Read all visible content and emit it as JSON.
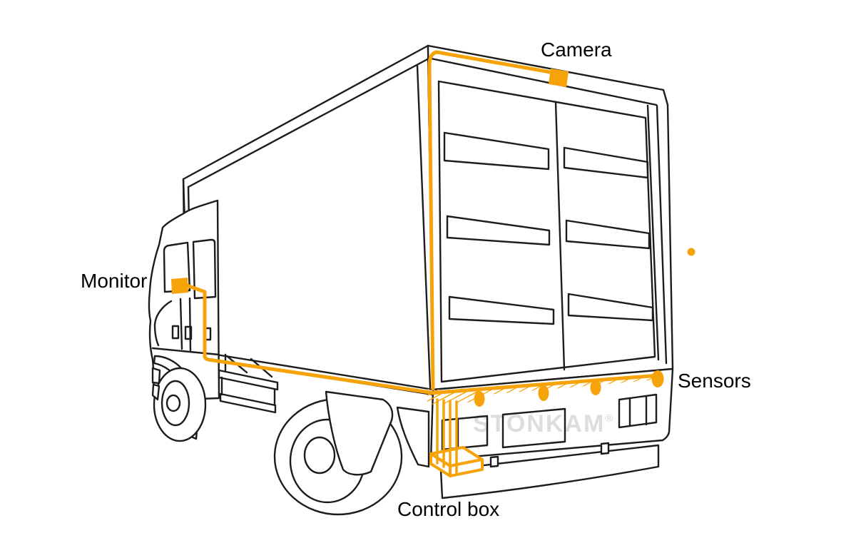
{
  "diagram": {
    "subject": "Box truck rear-view safety system installation diagram",
    "style": "black outline line-art with orange highlighted components and wiring"
  },
  "labels": {
    "camera": "Camera",
    "monitor": "Monitor",
    "sensors": "Sensors",
    "control_box": "Control box"
  },
  "watermark": {
    "text": "STONKAM",
    "registered_mark": "®"
  },
  "colors": {
    "accent_orange": "#F6A30A",
    "line_black": "#1C1C1C",
    "label_text": "#000000",
    "watermark_gray": "#DDDDDD",
    "background": "#FFFFFF"
  },
  "components": [
    {
      "id": "camera-unit",
      "label": "Camera",
      "shape": "orange square on top rear edge of cargo box"
    },
    {
      "id": "monitor-unit",
      "label": "Monitor",
      "shape": "orange square in cab side window"
    },
    {
      "id": "sensor-array",
      "label": "Sensors",
      "shape": "orange dots on rear bumper",
      "count": 4
    },
    {
      "id": "control-box-unit",
      "label": "Control box",
      "shape": "orange wireframe box under rear chassis"
    },
    {
      "id": "side-marker-dot",
      "label": "",
      "shape": "small orange dot right of truck body"
    }
  ]
}
